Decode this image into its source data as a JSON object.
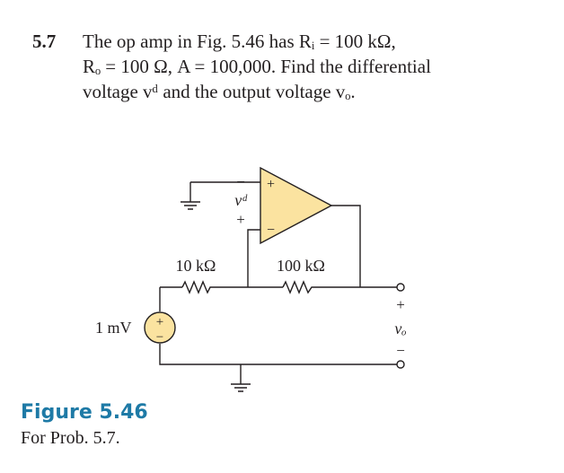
{
  "problem": {
    "number": "5.7",
    "line1": "The op amp in Fig. 5.46 has Rᵢ = 100 kΩ,",
    "line2": "Rₒ = 100 Ω, A = 100,000. Find the differential",
    "line3": "voltage vᵈ and the output voltage vₒ."
  },
  "circuit": {
    "r1_label": "10 kΩ",
    "r2_label": "100 kΩ",
    "source_label": "1 mV",
    "vd_label": "vᵈ",
    "vo_label": "vₒ",
    "plus_sign": "+",
    "minus_sign": "−",
    "opamp_fill": "#fbe3a0",
    "source_fill": "#fbe3a0",
    "wire_color": "#231f20"
  },
  "figure": {
    "title": "Figure 5.46",
    "caption": "For Prob. 5.7."
  }
}
